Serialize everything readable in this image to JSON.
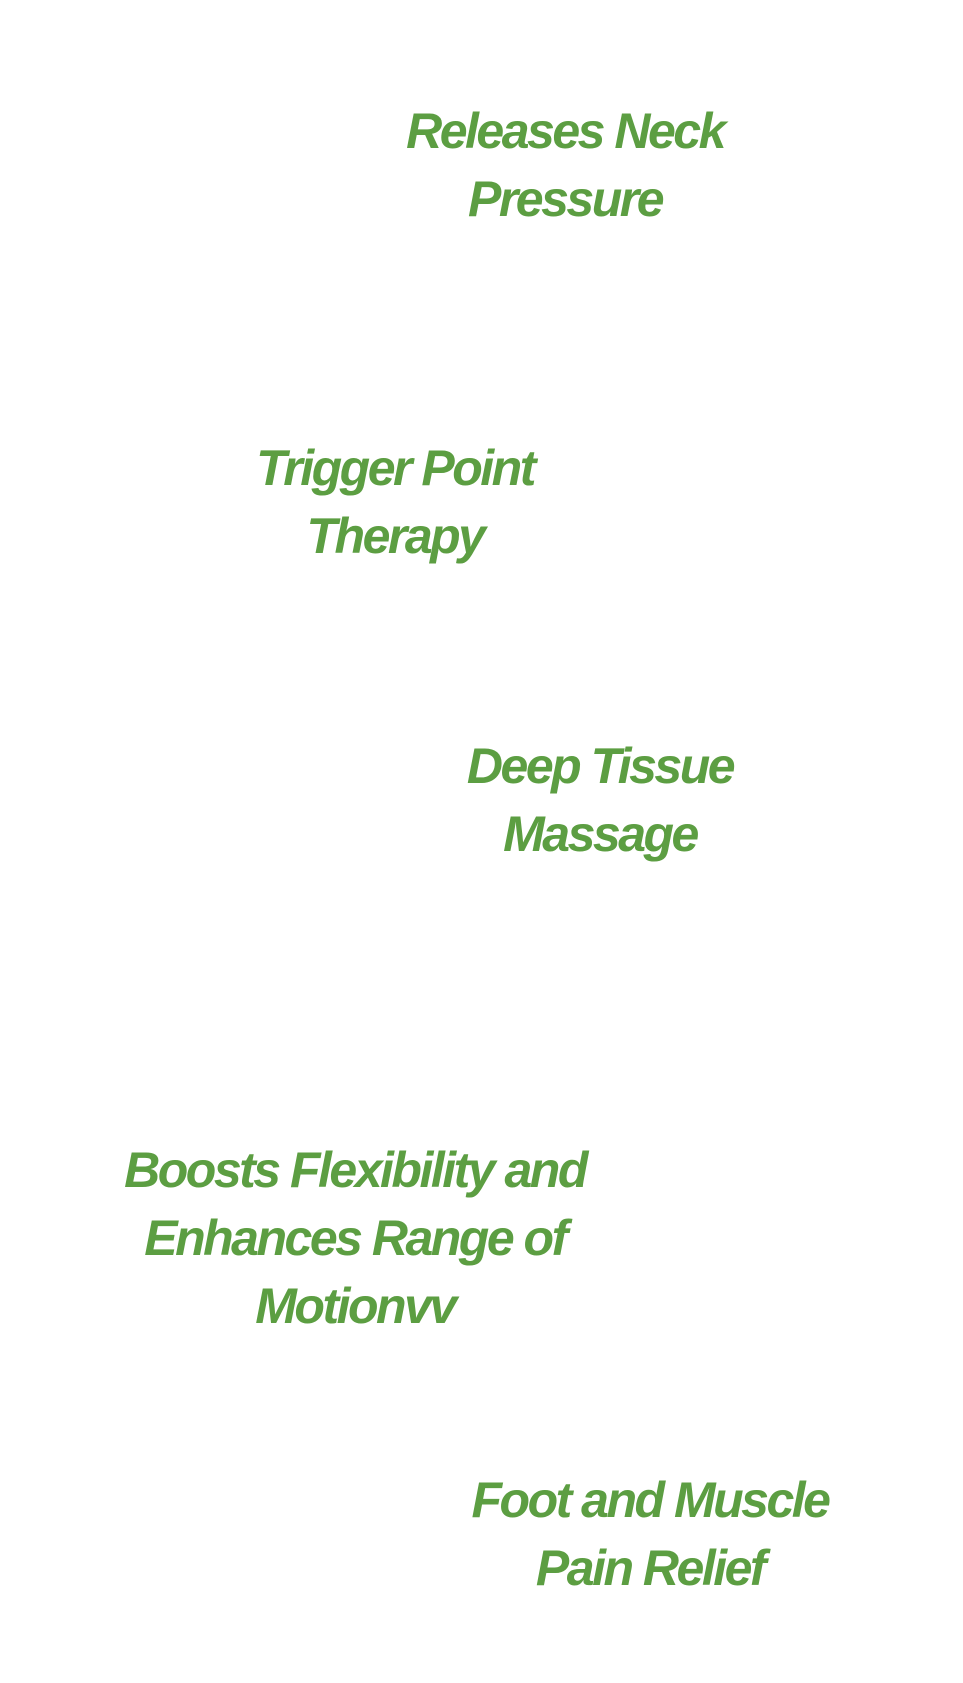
{
  "accent_color": "#5c9e42",
  "features": [
    {
      "lines": [
        "Releases Neck",
        "Pressure"
      ]
    },
    {
      "lines": [
        "Trigger Point",
        "Therapy"
      ]
    },
    {
      "lines": [
        "Deep Tissue",
        "Massage"
      ]
    },
    {
      "lines": [
        "Boosts Flexibility and",
        "Enhances Range of",
        "Motionvv"
      ]
    },
    {
      "lines": [
        "Foot and Muscle",
        "Pain Relief"
      ]
    }
  ]
}
